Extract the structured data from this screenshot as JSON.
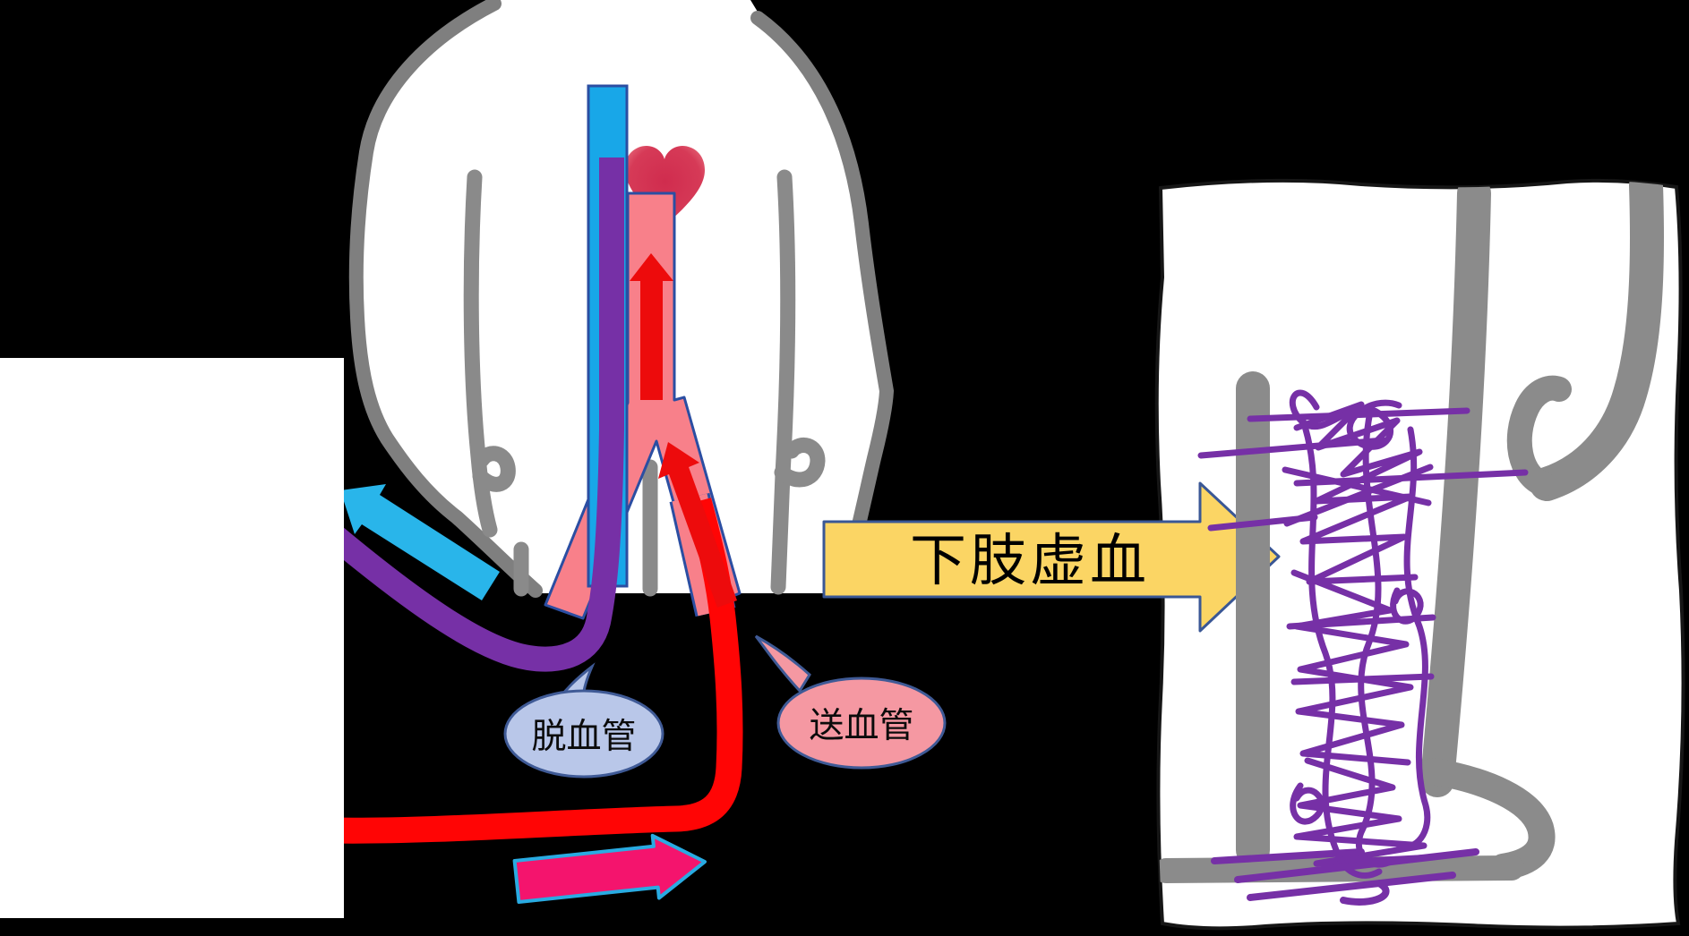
{
  "diagram": {
    "title_hint": "VA-ECMO femoral cannulation causing lower limb ischemia (slide illustration)",
    "background_color": "#000000",
    "labels": {
      "drainage_cannula": "脱血管",
      "return_cannula": "送血管",
      "limb_ischemia": "下肢虚血"
    },
    "bubbles": {
      "drainage": {
        "fill": "#B9C7E9",
        "border": "#3F5A96"
      },
      "return": {
        "fill": "#F598A2",
        "border": "#3F5A96"
      }
    },
    "ischemia_arrow": {
      "fill": "#FBD564",
      "border": "#3A5795",
      "text_color": "#000000"
    },
    "colors": {
      "venous_tube_cyan": "#18A7E8",
      "drainage_tube_purple": "#7630A6",
      "vessel_salmon": "#F8808A",
      "vessel_border_blue": "#2B4EA2",
      "arterial_red": "#FF0505",
      "flow_arrow_magenta": "#F4146D",
      "flow_arrow_magenta_border": "#29ABE2",
      "cyan_arrow": "#29B5EA",
      "figure_outline_gray": "#7F7F7F",
      "inner_line_gray": "#8A8A8A",
      "neck_shade_gray": "#DBDBDB",
      "heart_red": "#D02C4E",
      "heart_red_light": "#E9707F",
      "scribble_purple": "#7630A6",
      "panel_white": "#FFFFFF",
      "panel_border_black": "#161616"
    }
  }
}
